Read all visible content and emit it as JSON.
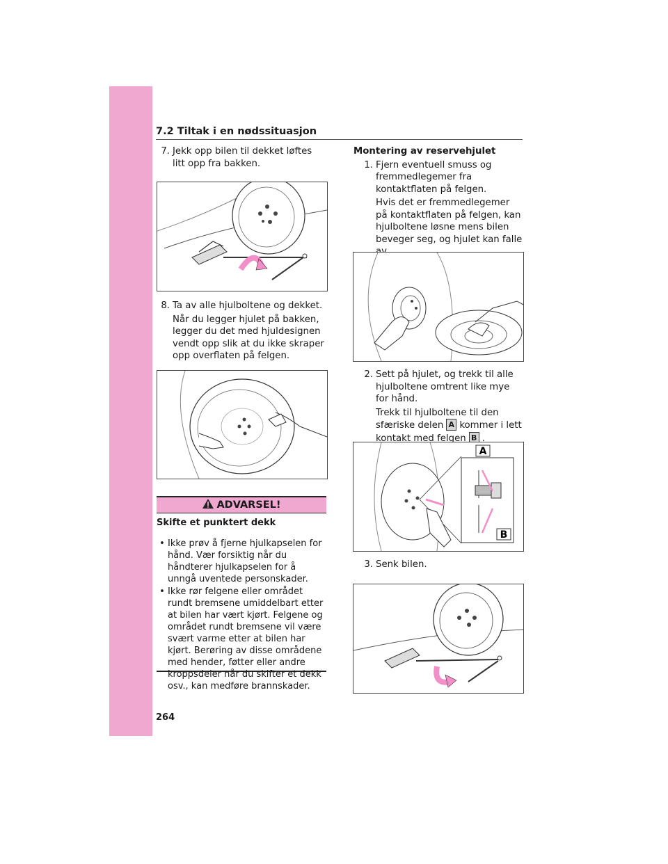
{
  "header": {
    "section_title": "7.2 Tiltak i en nødssituasjon"
  },
  "left": {
    "step7": {
      "num": "7.",
      "text": "Jekk opp bilen til dekket løftes litt opp fra bakken."
    },
    "step8": {
      "num": "8.",
      "text": "Ta av alle hjulboltene og dekket.",
      "note": "Når du legger hjulet på bakken, legger du det med hjuldesignen vendt opp slik at du ikke skraper opp overflaten på felgen."
    }
  },
  "warning": {
    "heading": "ADVARSEL!",
    "title": "Skifte et punktert dekk",
    "bullets": [
      "Ikke prøv å fjerne hjulkapselen for hånd. Vær forsiktig når du håndterer hjulkapselen for å unngå uventede personskader.",
      "Ikke rør felgene eller området rundt bremsene umiddelbart etter at bilen har vært kjørt. Felgene og området rundt bremsene vil være svært varme etter at bilen har kjørt. Berøring av disse områdene med hender, føtter eller andre kroppsdeler når du skifter et dekk osv., kan medføre brannskader."
    ]
  },
  "right": {
    "subheading": "Montering av reservehjulet",
    "step1": {
      "num": "1.",
      "text": "Fjern eventuell smuss og fremmedlegemer fra kontaktflaten på felgen.",
      "note": "Hvis det er fremmedlegemer på kontaktflaten på felgen, kan hjulboltene løsne mens bilen beveger seg, og hjulet kan falle av."
    },
    "step2": {
      "num": "2.",
      "text": "Sett på hjulet, og trekk til alle hjulboltene omtrent like mye for hånd.",
      "note_before": "Trekk til hjulboltene til den sfæriske delen",
      "badge_a": "A",
      "note_middle": "kommer i lett kontakt med felgen",
      "badge_b": "B",
      "note_end": "."
    },
    "step3": {
      "num": "3.",
      "text": "Senk bilen."
    },
    "figure_labels": {
      "a": "A",
      "b": "B"
    }
  },
  "colors": {
    "accent_pink": "#f0a8d0",
    "arrow_pink": "#f28fc8"
  },
  "page_number": "264"
}
